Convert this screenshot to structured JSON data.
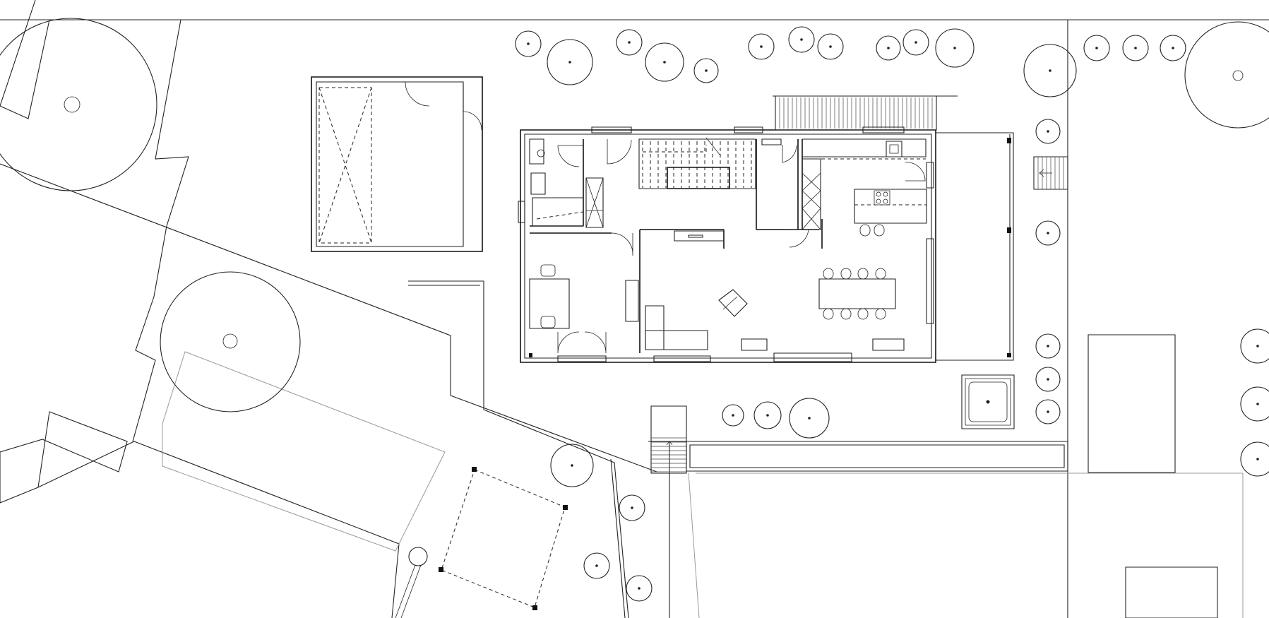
{
  "drawing": {
    "kind": "site-floor-plan",
    "line_color": "#222222",
    "background": "#ffffff",
    "muted_line_color": "#9a9a9a",
    "text_labels": []
  },
  "icons": {
    "tree": "circle-with-center-dot",
    "shrub": "circle-with-center-dot",
    "chair": "rounded-rect",
    "door-swing": "quarter-arc"
  }
}
